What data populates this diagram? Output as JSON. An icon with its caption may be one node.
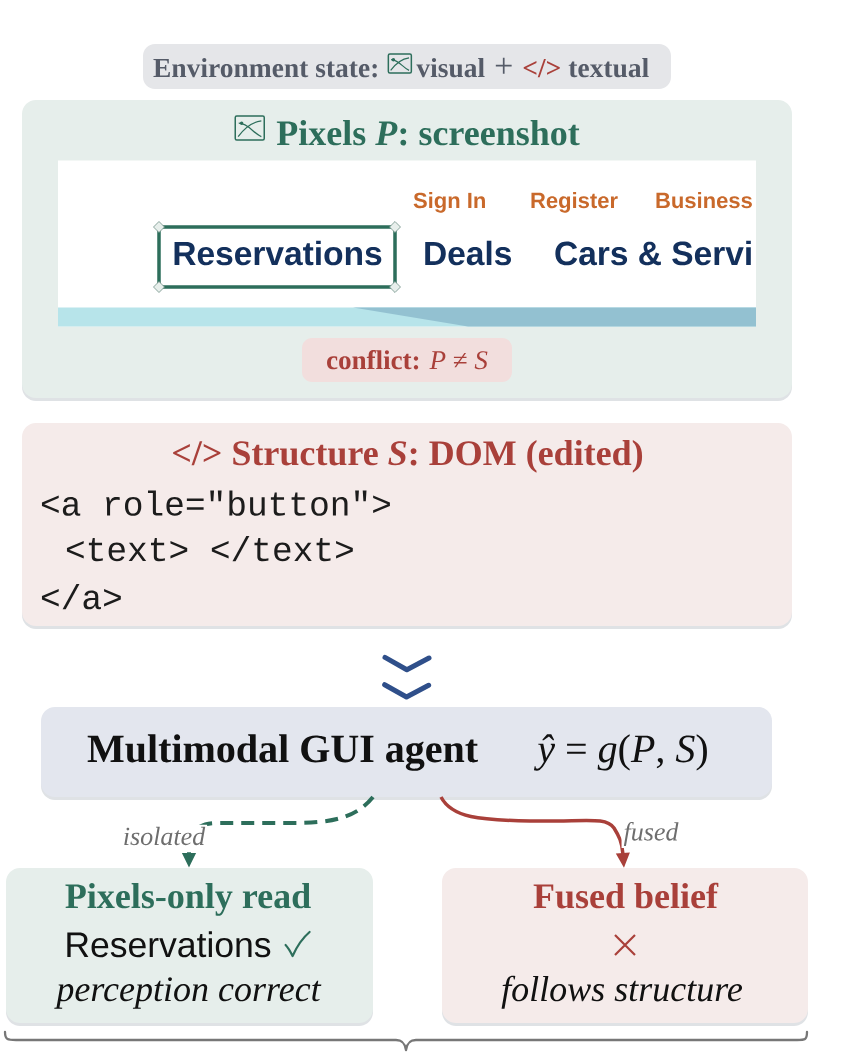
{
  "diagram": {
    "nodes": [
      {
        "text": [
          "Environment state:",
          "visual",
          "+",
          "</>",
          "textual"
        ]
      },
      {
        "text": [
          "Pixels *P*: screenshot"
        ]
      },
      {
        "text": [
          "Sign In",
          "Register",
          "Business",
          "Deals",
          "Cars & Servi"
        ],
        "in": 1
      },
      {
        "text": [
          "Reservations"
        ],
        "in": 2
      },
      {
        "text": [
          "**conflict:** *P* ≠ *S*"
        ],
        "in": 1
      },
      {
        "text": [
          "</> Structure *S*: DOM (edited)",
          "<a role=\"button\">",
          "<text> </text>",
          "</a>"
        ]
      },
      {
        "text": [
          "Multimodal GUI agent",
          "*ŷ* = *g*(*P*, *S*)"
        ]
      },
      {
        "text": [
          "Pixels-only read",
          "Reservations",
          "perception correct"
        ]
      },
      {
        "text": [
          "Fused belief",
          "follows structure"
        ]
      }
    ],
    "edges": [
      {
        "from": 5,
        "to": 6,
        "arrow": "to",
        "color": "#2f4f8a"
      },
      {
        "from": 6,
        "to": 7,
        "arrow": "to",
        "label": "isolated",
        "style": "dashed",
        "color": "#2d6e5b"
      },
      {
        "from": 6,
        "to": 8,
        "arrow": "to",
        "label": "fused",
        "color": "#a9403a"
      }
    ]
  }
}
